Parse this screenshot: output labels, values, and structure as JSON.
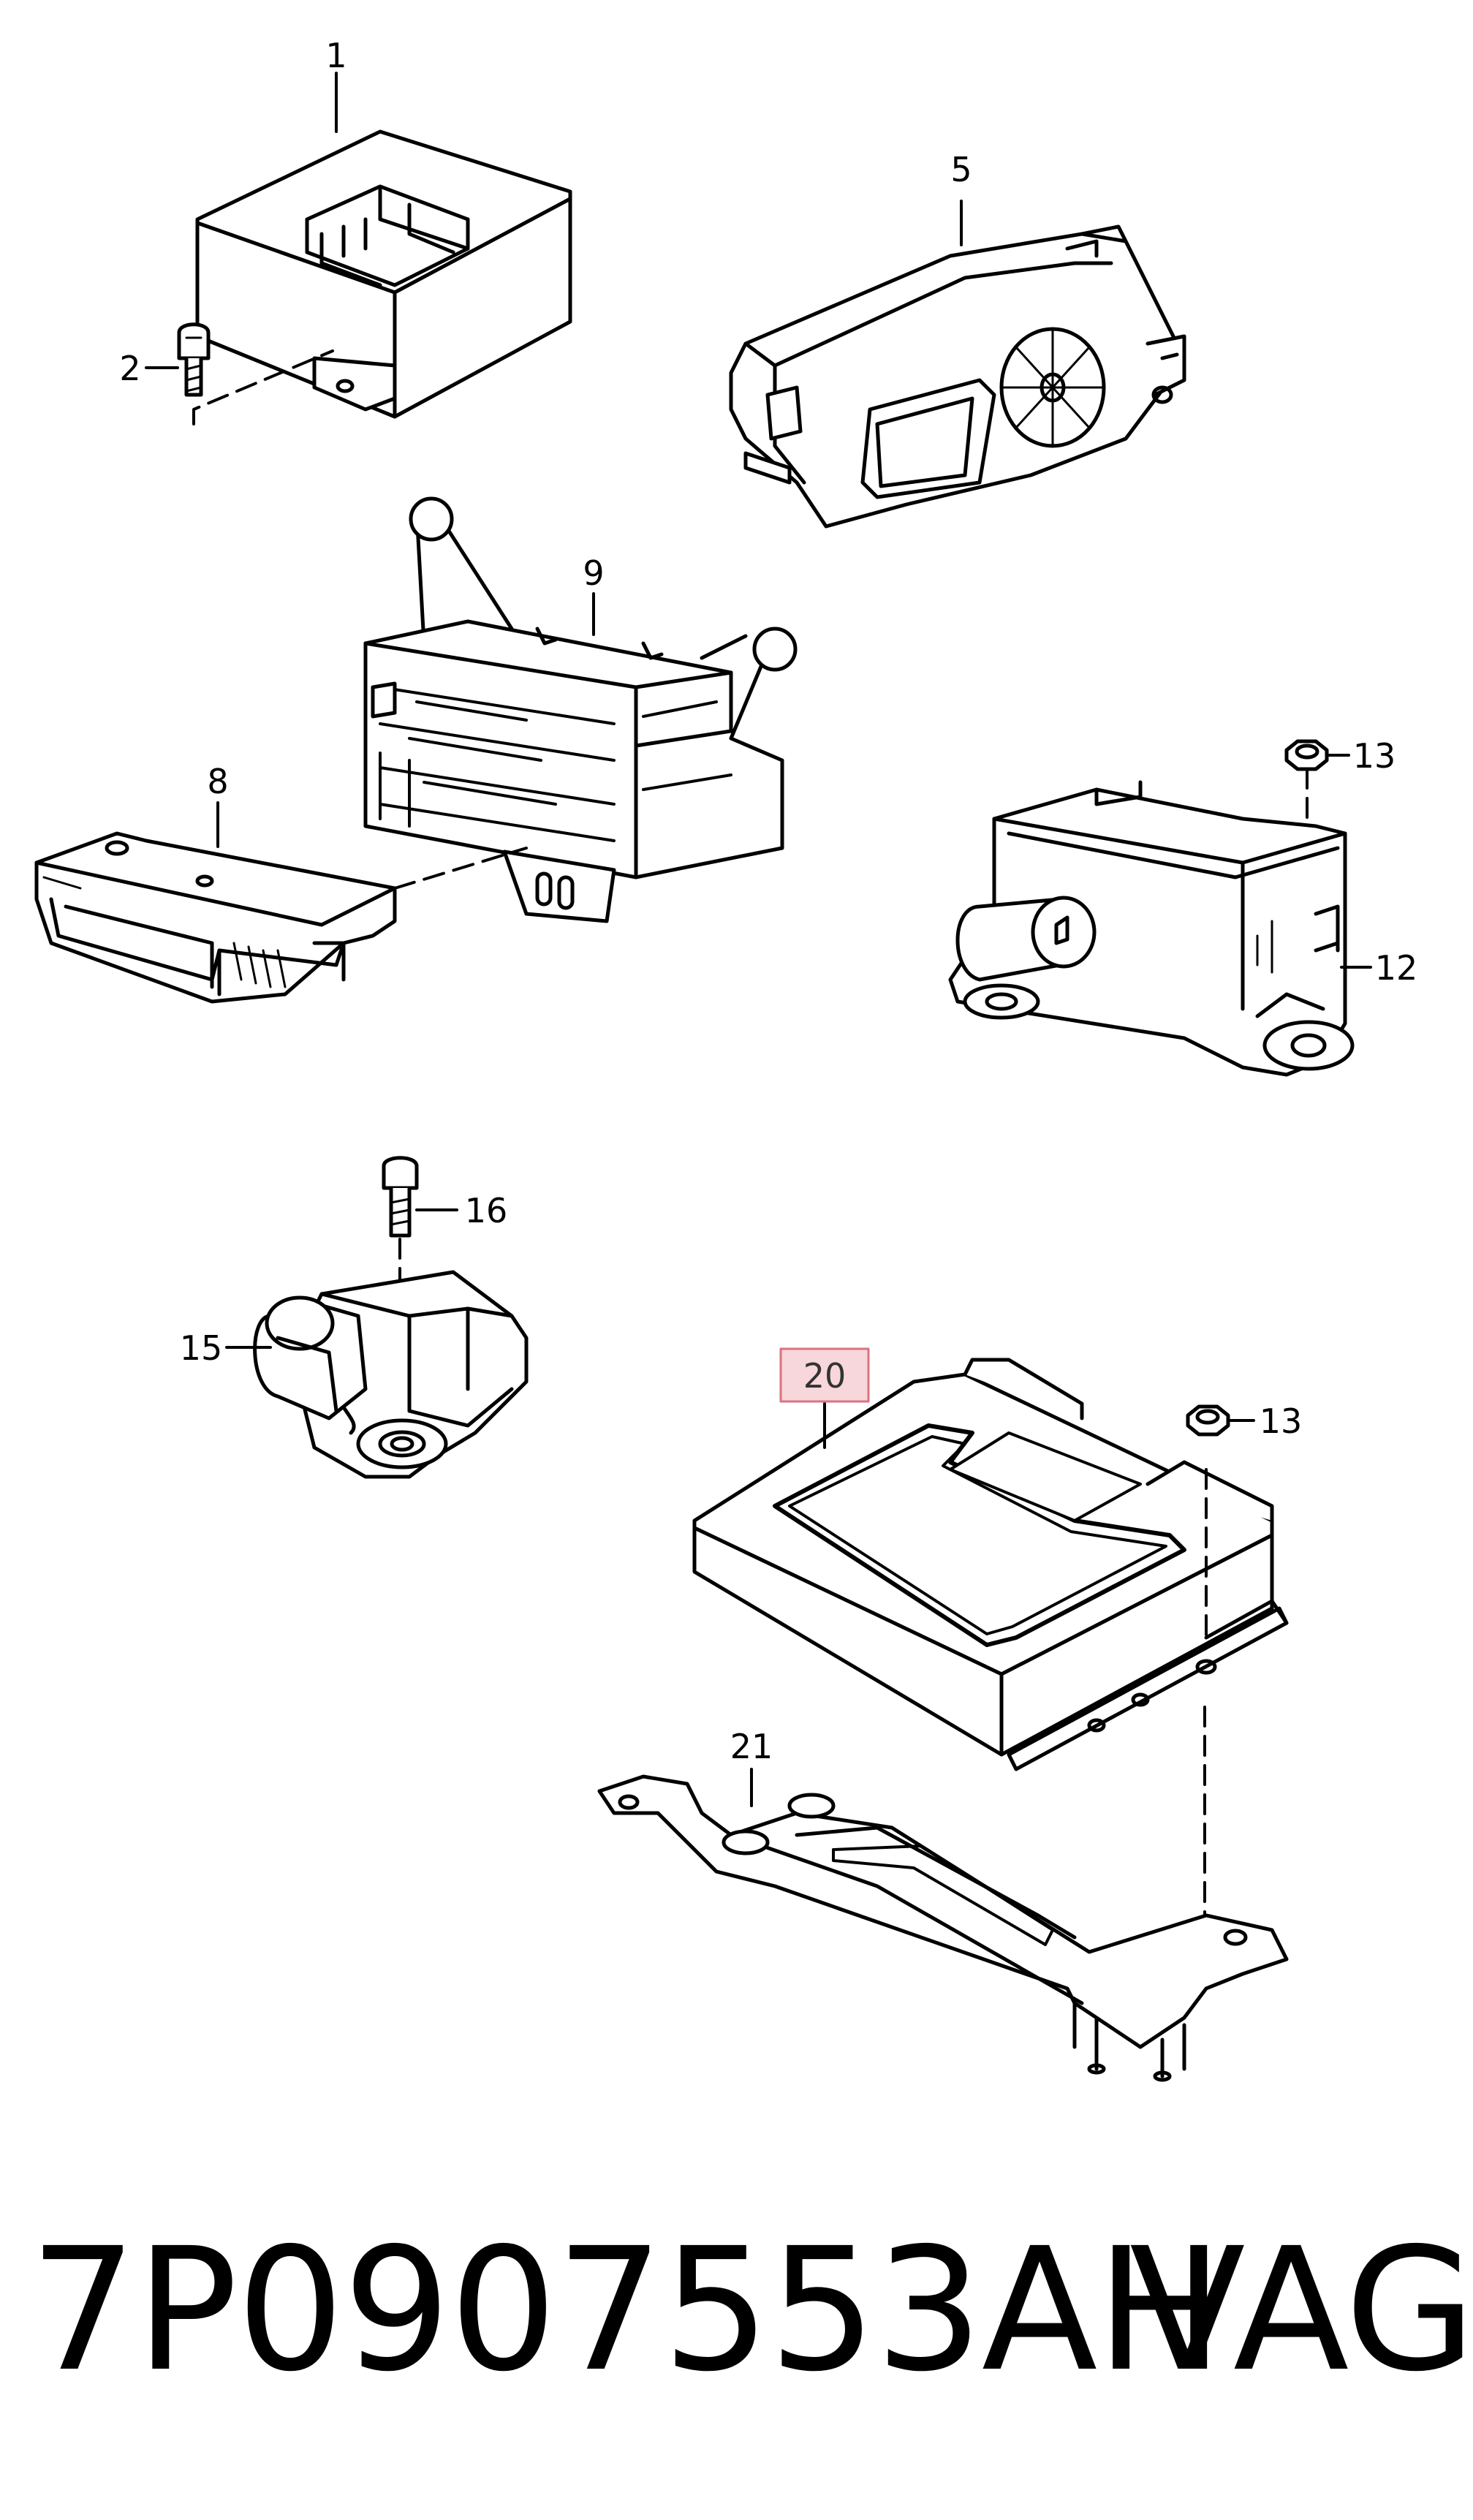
{
  "diagram": {
    "callouts": {
      "p1": "1",
      "p2": "2",
      "p5": "5",
      "p8": "8",
      "p9": "9",
      "p12": "12",
      "p13a": "13",
      "p13b": "13",
      "p15": "15",
      "p16": "16",
      "p20": "20",
      "p21": "21"
    },
    "highlight_color": "#f7d6dc",
    "highlight_border": "#d9737f"
  },
  "footer": {
    "part_number": "7P0907553AH",
    "brand": "VAG"
  }
}
